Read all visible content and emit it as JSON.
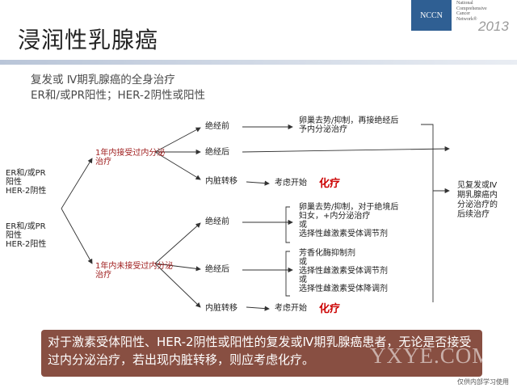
{
  "header": {
    "logo_text": "NCCN",
    "org_lines": "National\nComprehensive\nCancer\nNetwork®",
    "year": "2013",
    "title": "浸润性乳腺癌"
  },
  "subtitle": {
    "line1": "复发或 Ⅳ期乳腺癌的全身治疗",
    "line2": "ER和/或PR阳性；HER-2阴性或阳性"
  },
  "diagram": {
    "left_labels": [
      "ER和/或PR\n阳性\nHER-2阴性",
      "ER和/或PR\n阳性\nHER-2阳性"
    ],
    "branch_upper": "1年内接受过内分泌\n治疗",
    "branch_lower": "1年内未接受过内分泌\n治疗",
    "up_nodes": [
      "绝经前",
      "绝经后",
      "内脏转移"
    ],
    "low_nodes": [
      "绝经前",
      "绝经后",
      "内脏转移"
    ],
    "up_results": [
      "卵巢去势/抑制，再接绝经后\n予内分泌治疗",
      "考虑开始"
    ],
    "low_pre": "卵巢去势/抑制，对于绝境后\n妇女，+内分泌治疗\n或\n选择性雌激素受体调节剂",
    "low_post": "芳香化酶抑制剂\n或\n选择性雌激素受体调节剂\n或\n选择性雌激素受体降调剂",
    "low_visceral": "考虑开始",
    "highlight": "化疗",
    "right_box": "见复发或Ⅳ\n期乳腺癌内\n分泌治疗的\n后续治疗"
  },
  "caption": {
    "text": "对于激素受体阳性、HER-2阴性或阳性的复发或Ⅳ期乳腺癌患者，无论是否接受过内分泌治疗，若出现内脏转移，则应考虑化疗。"
  },
  "watermark": "YXYE.COM",
  "footer": "仅供内部学习使用"
}
